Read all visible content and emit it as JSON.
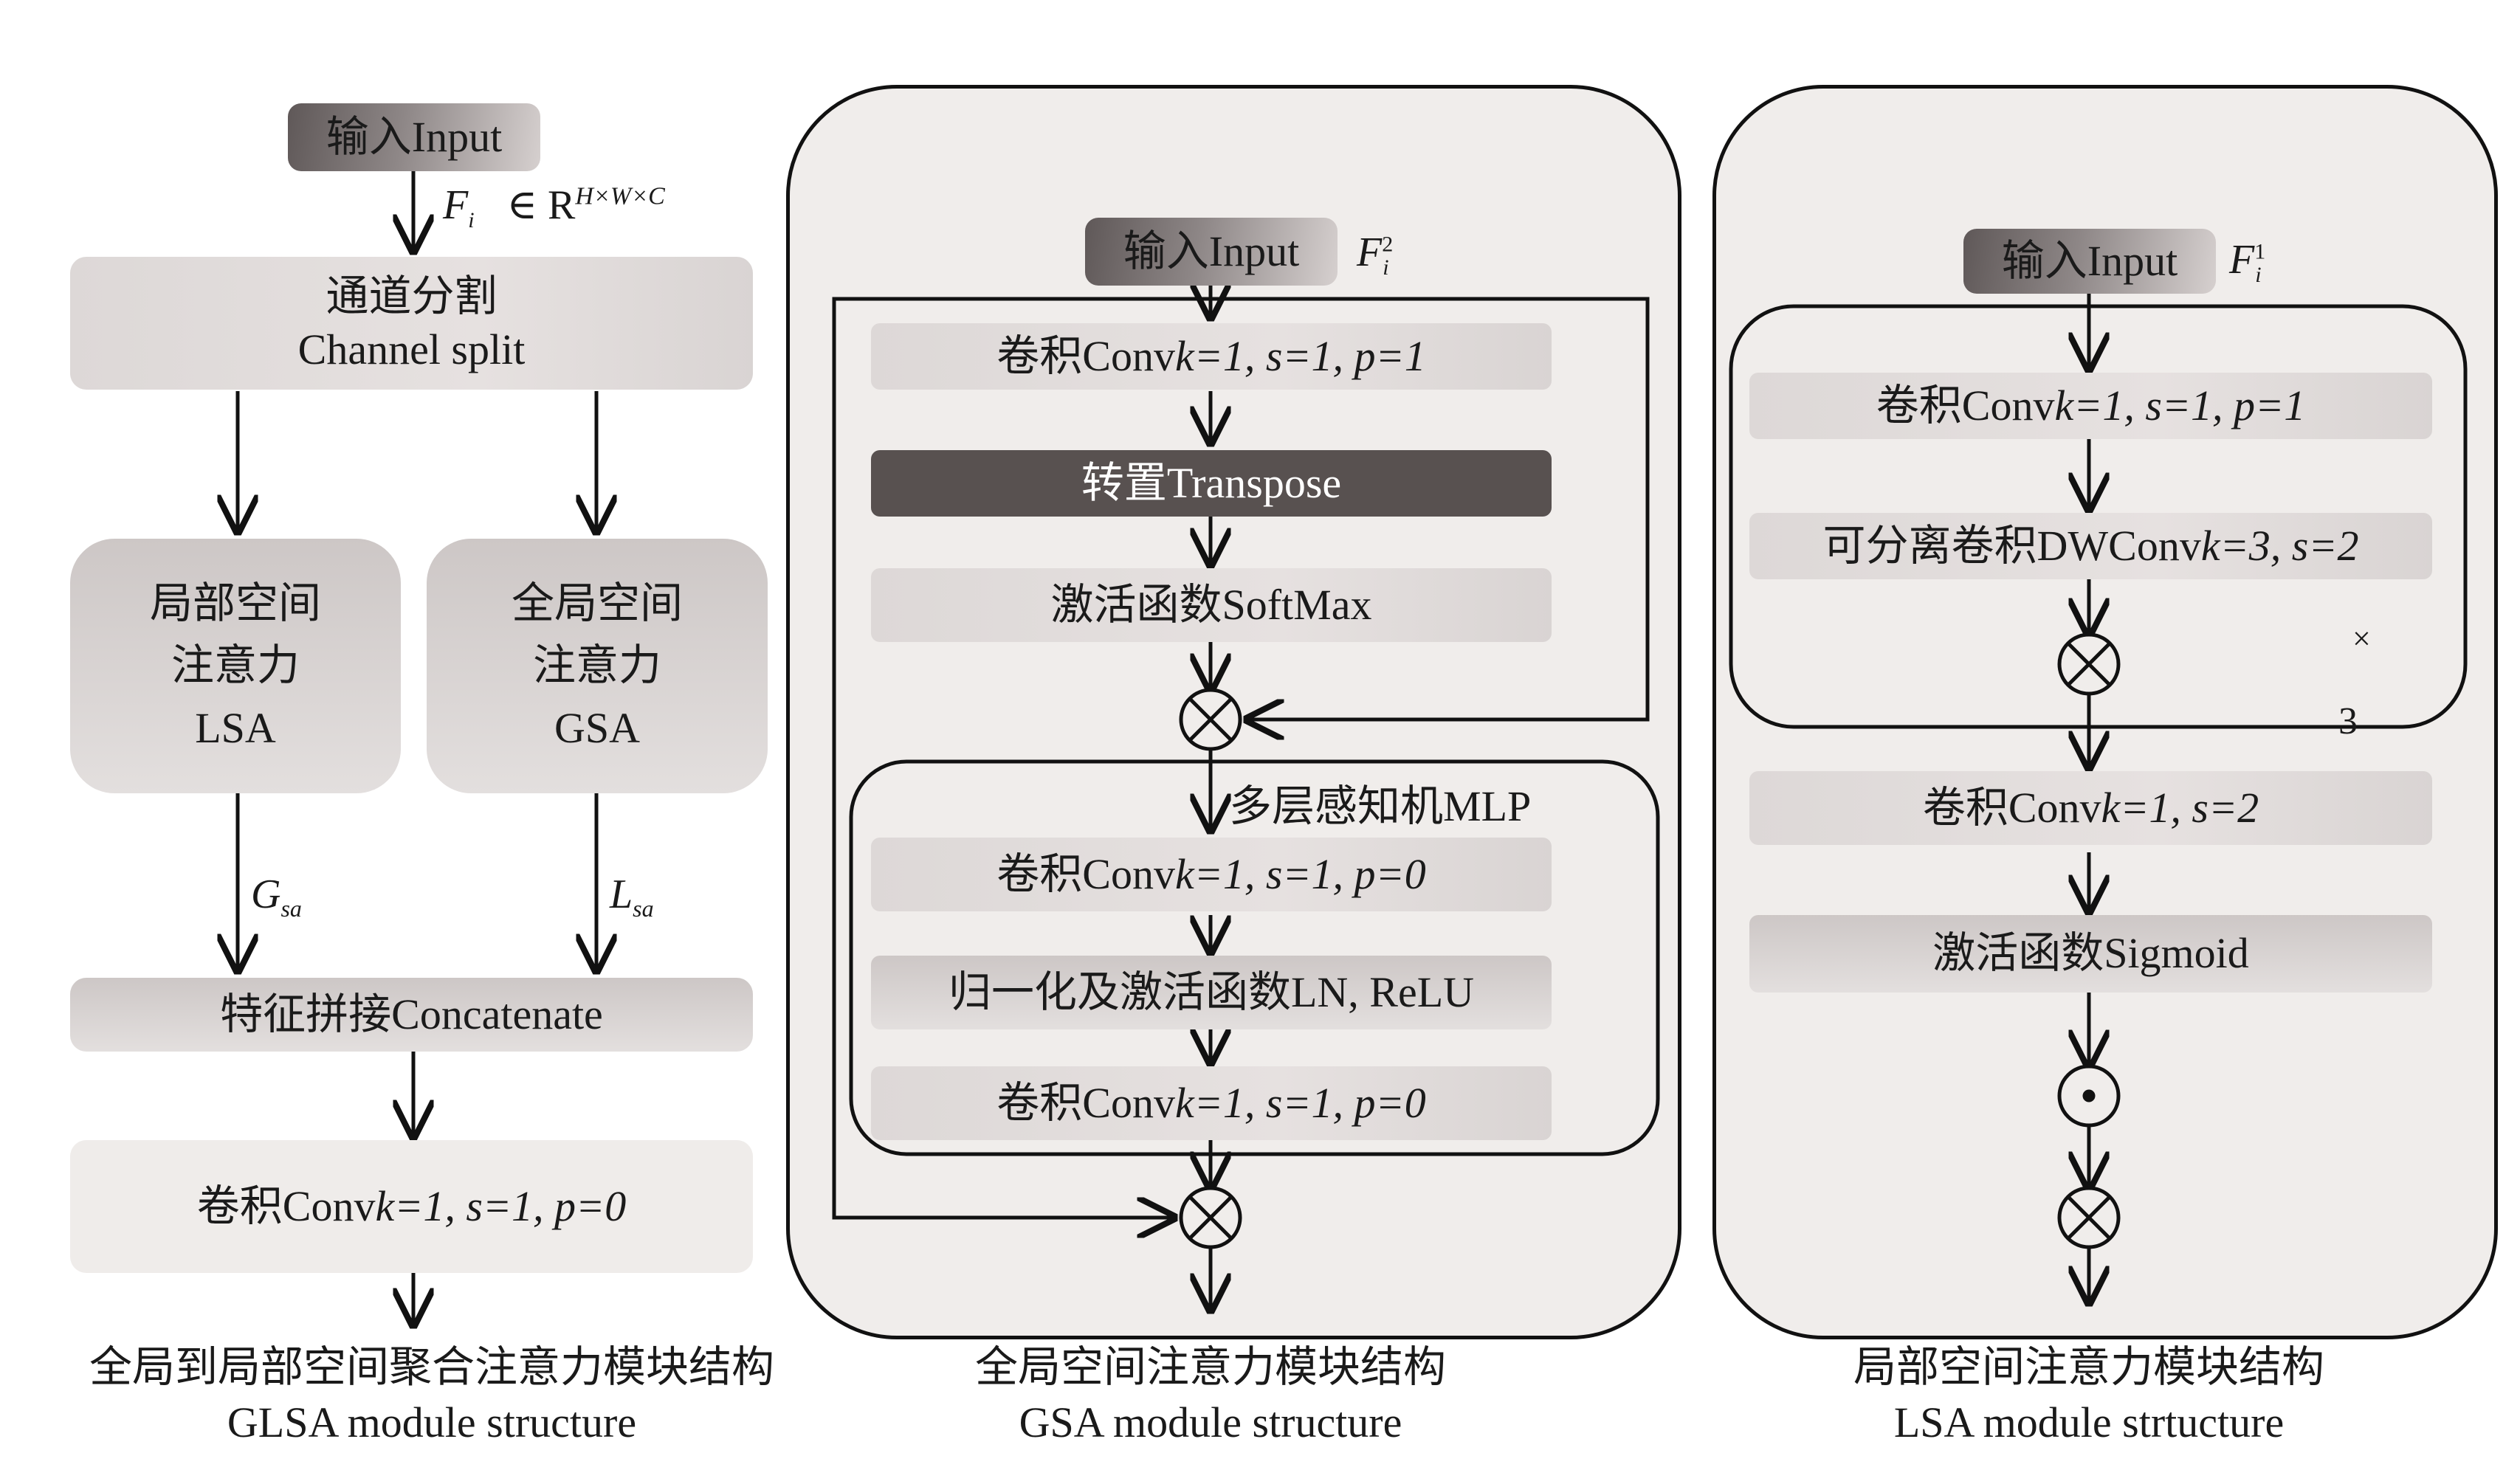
{
  "glsa": {
    "input": "输入Input",
    "fi_label": "F",
    "fi_sub": "i",
    "in_symbol": "∈ R",
    "in_sup": "H×W×C",
    "split_cn": "通道分割",
    "split_en": "Channel split",
    "lsa_cn1": "局部空间",
    "lsa_cn2": "注意力",
    "lsa_en": "LSA",
    "gsa_cn1": "全局空间",
    "gsa_cn2": "注意力",
    "gsa_en": "GSA",
    "gsa_out": "G",
    "gsa_out_sub": "sa",
    "lsa_out": "L",
    "lsa_out_sub": "sa",
    "concat": "特征拼接Concatenate",
    "conv_prefix": "卷积Conv ",
    "conv_params": "k=1, s=1, p=0",
    "caption_cn": "全局到局部空间聚合注意力模块结构",
    "caption_en": "GLSA module structure"
  },
  "gsa": {
    "input": "输入Input",
    "input_var": "F",
    "input_sub": "i",
    "input_sup": "2",
    "conv1_prefix": "卷积Conv  ",
    "conv1_params": "k=1, s=1, p=1",
    "transpose": "转置Transpose",
    "softmax": "激活函数SoftMax",
    "mlp_label": "多层感知机MLP",
    "mlp_conv1_prefix": "卷积Conv ",
    "mlp_conv1_params": "k=1, s=1, p=0",
    "ln_relu": "归一化及激活函数LN, ReLU",
    "mlp_conv2_prefix": "卷积Conv ",
    "mlp_conv2_params": "k=1, s=1, p=0",
    "caption_cn": "全局空间注意力模块结构",
    "caption_en": "GSA module structure"
  },
  "lsa": {
    "input": "输入Input",
    "input_var": "F",
    "input_sub": "i",
    "input_sup": "1",
    "conv1_prefix": "卷积Conv ",
    "conv1_params": "k=1, s=1, p=1",
    "dwconv_prefix": "可分离卷积DWConv ",
    "dwconv_params": "k=3, s=2",
    "repeat_times_symbol": "×",
    "repeat_count": "3",
    "conv2_prefix": "卷积Conv ",
    "conv2_params": "k=1, s=2",
    "sigmoid": "激活函数Sigmoid",
    "caption_cn": "局部空间注意力模块结构",
    "caption_en": "LSA module strtucture"
  },
  "operators": {
    "multiply": "element-wise multiply (⊗)",
    "dot": "dot product (⊙)"
  }
}
